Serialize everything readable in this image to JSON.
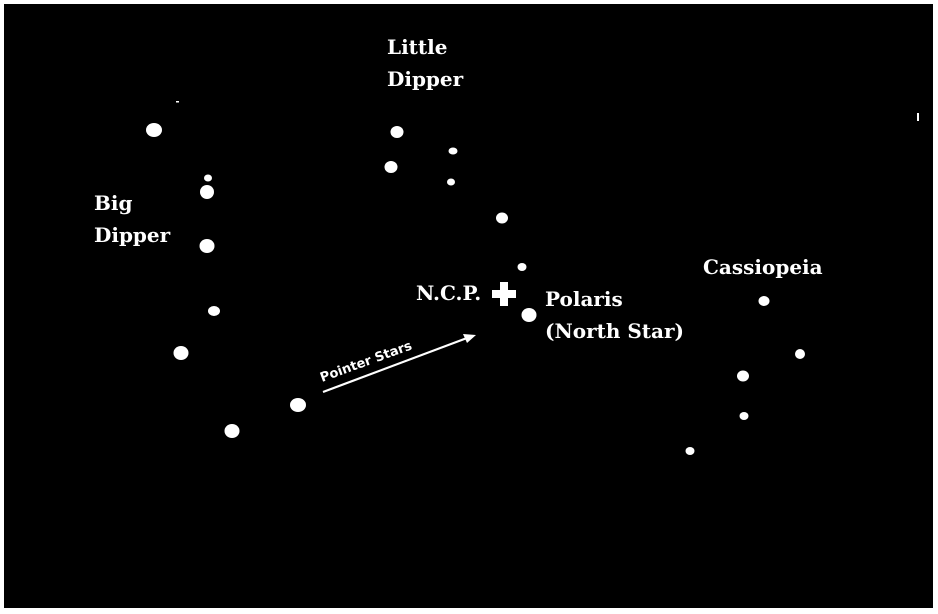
{
  "labels": {
    "little_dipper": [
      "Little",
      "Dipper"
    ],
    "big_dipper": [
      "Big",
      "Dipper"
    ],
    "ncp": "N.C.P.",
    "polaris": [
      "Polaris",
      "(North Star)"
    ],
    "cassiopeia": "Cassiopeia",
    "pointer_stars": "Pointer Stars"
  },
  "colors": {
    "sky": "#000000",
    "stars": "#ffffff",
    "frame": "#ffffff"
  }
}
